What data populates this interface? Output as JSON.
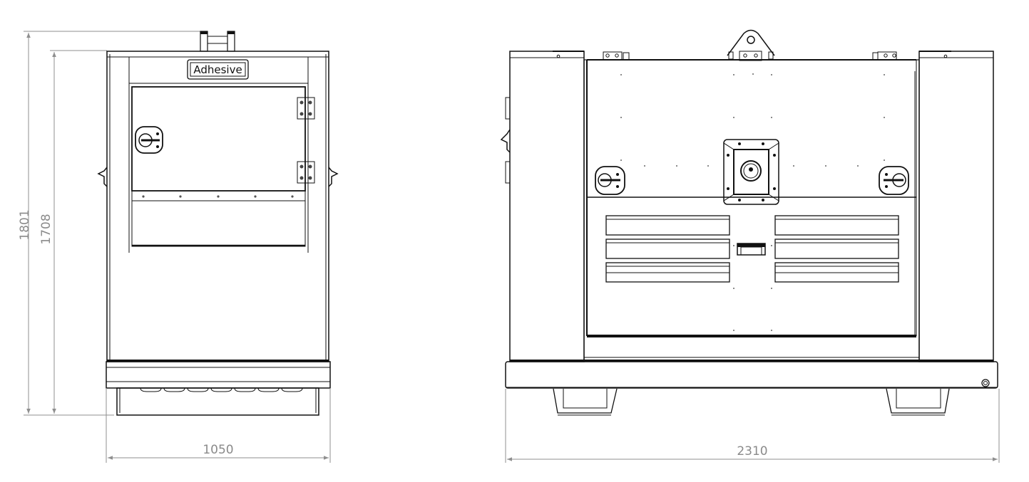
{
  "drawing": {
    "views": [
      {
        "name": "side-view",
        "label_plate_text": "Adhesive"
      },
      {
        "name": "front-view"
      }
    ],
    "dimensions": {
      "overall_height": "1801",
      "body_height": "1708",
      "side_width": "1050",
      "front_width": "2310"
    },
    "colors": {
      "line": "#111111",
      "dimension": "#8a8a8a",
      "background": "#ffffff"
    }
  }
}
